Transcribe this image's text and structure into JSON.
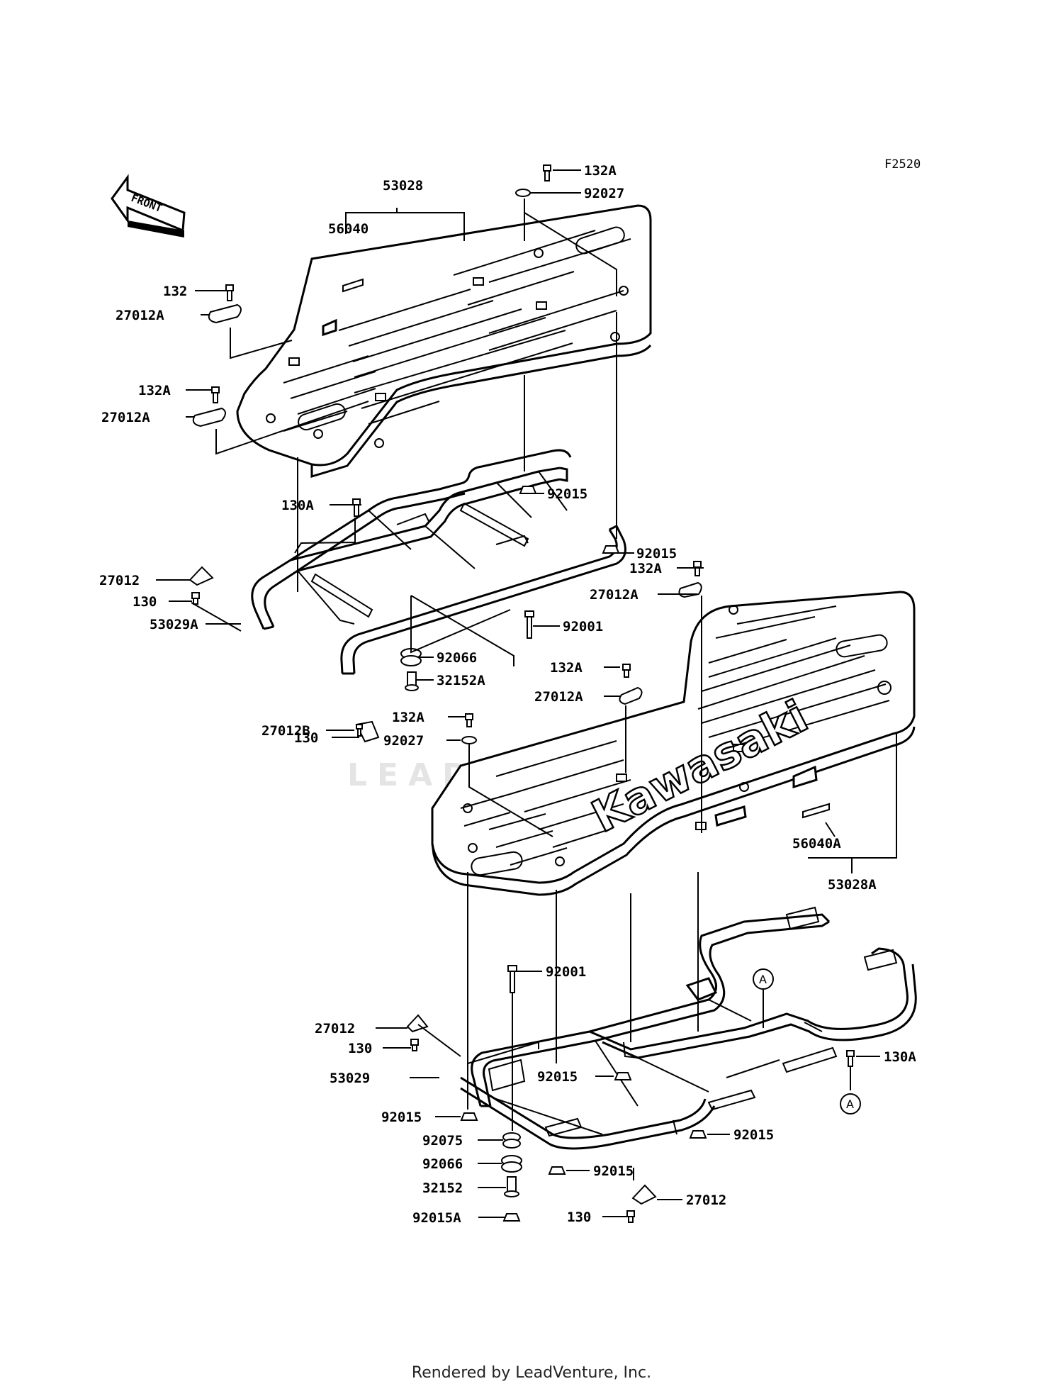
{
  "diagram": {
    "ref_code": "F2520",
    "front_label": "FRONT",
    "logo_text": "Kawasaki",
    "watermark": "LEADVENTURE",
    "labels": {
      "l_132A_top": "132A",
      "l_92027_top": "92027",
      "l_53028": "53028",
      "l_56040": "56040",
      "l_132": "132",
      "l_27012A_1": "27012A",
      "l_132A_left": "132A",
      "l_27012A_2": "27012A",
      "l_92015_a": "92015",
      "l_130A_top": "130A",
      "l_92015_b": "92015",
      "l_132A_mid": "132A",
      "l_27012A_mid": "27012A",
      "l_27012_top": "27012",
      "l_130_a": "130",
      "l_53029A": "53029A",
      "l_92001_a": "92001",
      "l_92066_a": "92066",
      "l_32152A": "32152A",
      "l_132A_c": "132A",
      "l_27012A_c": "27012A",
      "l_27012B": "27012B",
      "l_132A_d": "132A",
      "l_130_b": "130",
      "l_92027_b": "92027",
      "l_56040A": "56040A",
      "l_53028A": "53028A",
      "l_92001_b": "92001",
      "l_27012_b": "27012",
      "l_130_c": "130",
      "l_53029": "53029",
      "l_92015_c": "92015",
      "l_130A_b": "130A",
      "l_92015_d": "92015",
      "l_92015_e": "92015",
      "l_92075": "92075",
      "l_92066_b": "92066",
      "l_92015_f": "92015",
      "l_32152": "32152",
      "l_92015A": "92015A",
      "l_130_d": "130",
      "l_27012_c": "27012",
      "callout_A": "A"
    }
  },
  "footer": {
    "text": "Rendered by LeadVenture, Inc."
  }
}
